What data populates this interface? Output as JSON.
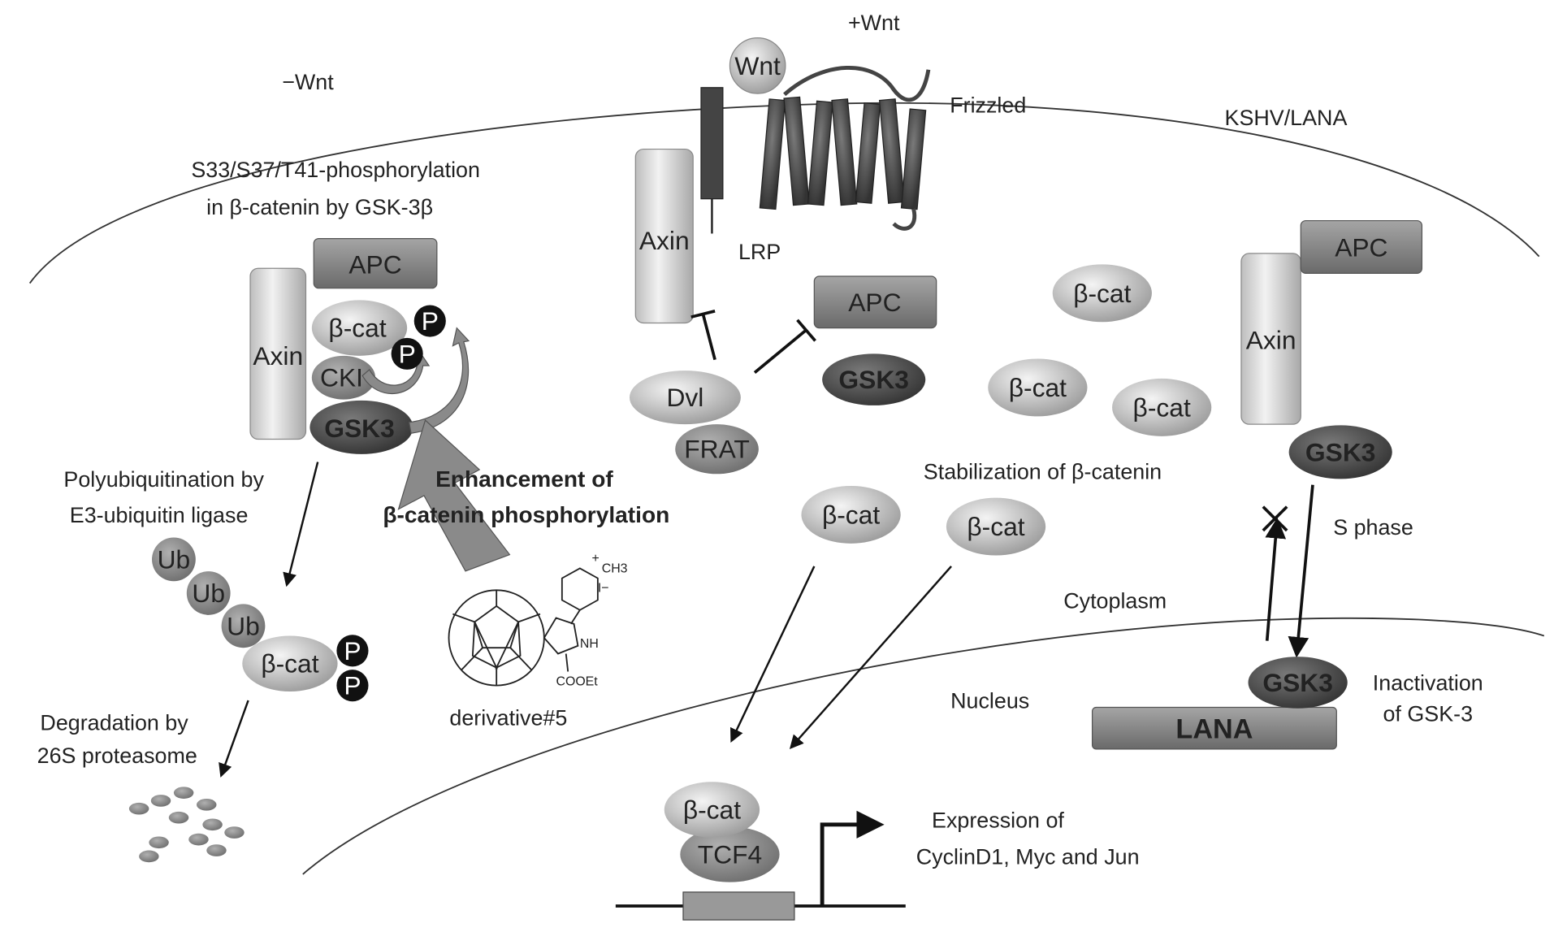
{
  "labels": {
    "minus_wnt": "−Wnt",
    "plus_wnt": "+Wnt",
    "frizzled": "Frizzled",
    "kshv_lana": "KSHV/LANA",
    "phos_line1": "S33/S37/T41-phosphorylation",
    "phos_line2": "in β-catenin by GSK-3β",
    "polyub_line1": "Polyubiquitination by",
    "polyub_line2": "E3-ubiquitin ligase",
    "degrad_line1": "Degradation by",
    "degrad_line2": "26S proteasome",
    "enh_line1": "Enhancement of",
    "enh_line2": "β-catenin phosphorylation",
    "derivative": "derivative#5",
    "lrp": "LRP",
    "stabilization": "Stabilization of β-catenin",
    "cytoplasm": "Cytoplasm",
    "nucleus": "Nucleus",
    "s_phase": "S phase",
    "inact_line1": "Inactivation",
    "inact_line2": "of GSK-3",
    "expr_line1": "Expression of",
    "expr_line2": "CyclinD1, Myc and Jun"
  },
  "molecules": {
    "axin": "Axin",
    "apc": "APC",
    "bcat": "β-cat",
    "p": "P",
    "cki": "CKI",
    "gsk3": "GSK3",
    "ub": "Ub",
    "wnt": "Wnt",
    "dvl": "Dvl",
    "frat": "FRAT",
    "lana": "LANA",
    "tcf4": "TCF4"
  },
  "chem": {
    "ch3": "CH3",
    "iodide": "I−",
    "nh": "NH",
    "cooet": "COOEt",
    "plus": "+"
  },
  "colors": {
    "light_protein": "#d9d9d9",
    "mid_protein": "#8c8c8c",
    "dark_protein": "#4a4a4a",
    "phosphate": "#111111",
    "arrow_fill": "#8a8a8a"
  }
}
